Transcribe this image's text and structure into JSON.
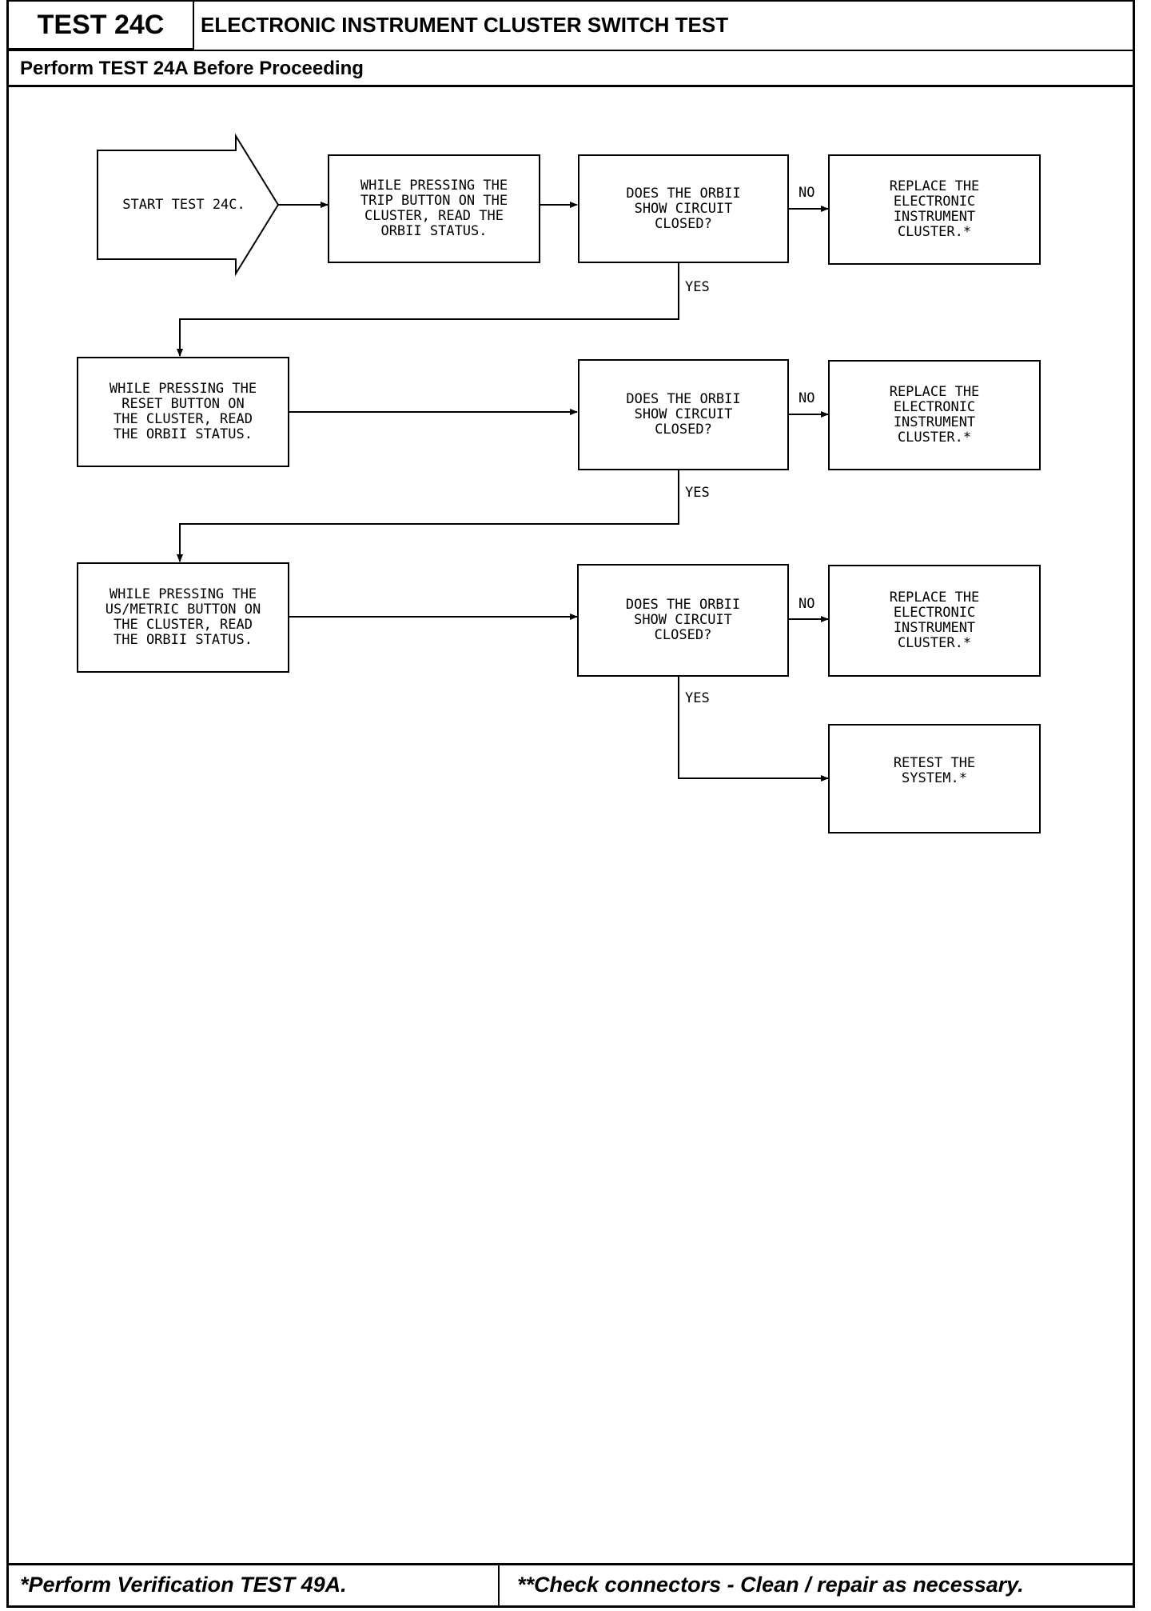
{
  "header": {
    "test_id": "TEST 24C",
    "title": "ELECTRONIC INSTRUMENT CLUSTER SWITCH TEST",
    "prerequisite": "Perform TEST 24A Before Proceeding"
  },
  "flow": {
    "start": "START TEST 24C.",
    "step1": "WHILE PRESSING THE\nTRIP BUTTON ON THE\nCLUSTER, READ THE\nORBII STATUS.",
    "question1": "DOES THE ORBII\nSHOW CIRCUIT\nCLOSED?",
    "replace1": "REPLACE THE\nELECTRONIC\nINSTRUMENT\nCLUSTER.*",
    "step2": "WHILE PRESSING THE\nRESET BUTTON ON\nTHE CLUSTER, READ\nTHE ORBII STATUS.",
    "question2": "DOES THE ORBII\nSHOW CIRCUIT\nCLOSED?",
    "replace2": "REPLACE THE\nELECTRONIC\nINSTRUMENT\nCLUSTER.*",
    "step3": "WHILE PRESSING THE\nUS/METRIC BUTTON ON\nTHE CLUSTER, READ\nTHE ORBII STATUS.",
    "question3": "DOES THE ORBII\nSHOW CIRCUIT\nCLOSED?",
    "replace3": "REPLACE THE\nELECTRONIC\nINSTRUMENT\nCLUSTER.*",
    "retest": "RETEST THE\nSYSTEM.*",
    "no_label": "NO",
    "yes_label": "YES"
  },
  "footer": {
    "note_left": "*Perform Verification TEST 49A.",
    "note_right": "**Check connectors - Clean / repair as necessary."
  }
}
